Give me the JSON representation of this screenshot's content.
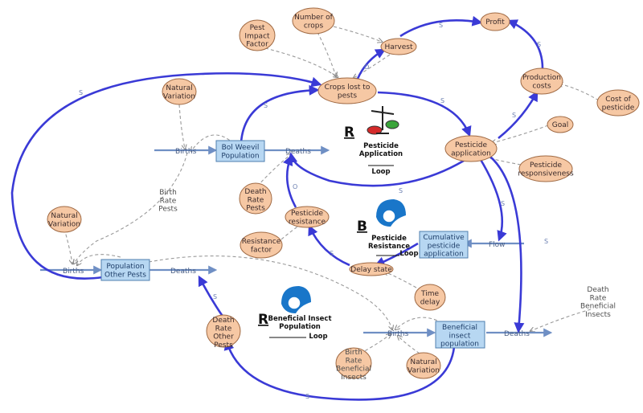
{
  "variables": {
    "profit": "Profit",
    "harvest": "Harvest",
    "number_of_crops": "Number of\ncrops",
    "pest_impact_factor": "Pest\nImpact\nFactor",
    "crops_lost": "Crops lost to\npests",
    "production_costs": "Production\ncosts",
    "cost_of_pesticide": "Cost of\npesticide",
    "goal": "Goal",
    "pesticide_application": "Pesticide\napplication",
    "pesticide_responsiveness": "Pesticide\nresponsiveness",
    "natural_variation_top": "Natural\nVariation",
    "natural_variation_left": "Natural\nVariation",
    "natural_variation_bottom": "Natural\nVariation",
    "death_rate_pests": "Death\nRate\nPests",
    "pesticide_resistance": "Pesticide\nresistance",
    "resistance_factor": "Resistance\nfactor",
    "delay_state": "Delay state",
    "time_delay": "Time\ndelay",
    "death_rate_other_pests": "Death\nRate\nOther\nPests",
    "birth_rate_beneficial": "Birth\nRate\nBeneficial\nInsects",
    "death_rate_beneficial": "Death\nRate\nBeneficial\nInsects",
    "birth_rate_pests": "Birth\nRate\nPests"
  },
  "stocks": {
    "bol_weevil": "Bol Weevil\nPopulation",
    "other_pests": "Population\nOther Pests",
    "cumulative_pesticide": "Cumulative\npesticide\napplication",
    "beneficial_insects": "Beneficial\ninsect\npopulation"
  },
  "flows": {
    "births_bw": "Births",
    "deaths_bw": "Deaths",
    "births_op": "Births",
    "deaths_op": "Deaths",
    "flow_cp": "Flow",
    "births_bi": "Births",
    "deaths_bi": "Deaths"
  },
  "loops": {
    "pesticide_application": {
      "letter": "R",
      "title": "Pesticide\nApplication",
      "suffix": "Loop"
    },
    "pesticide_resistance": {
      "letter": "B",
      "title": "Pesticide\nResistance",
      "suffix": "Loop"
    },
    "beneficial_insect": {
      "letter": "R",
      "title": "Beneficial Insect\nPopulation",
      "suffix": "Loop"
    }
  },
  "polarity": {
    "same": "S",
    "opposite": "O"
  },
  "colors": {
    "auxiliary_fill": "#f6c8a4",
    "stock_fill": "#b7d7f2",
    "connector": "#3a3ad6",
    "info_link": "#9a9a9a",
    "flow_pipe": "#6f8fc4"
  }
}
